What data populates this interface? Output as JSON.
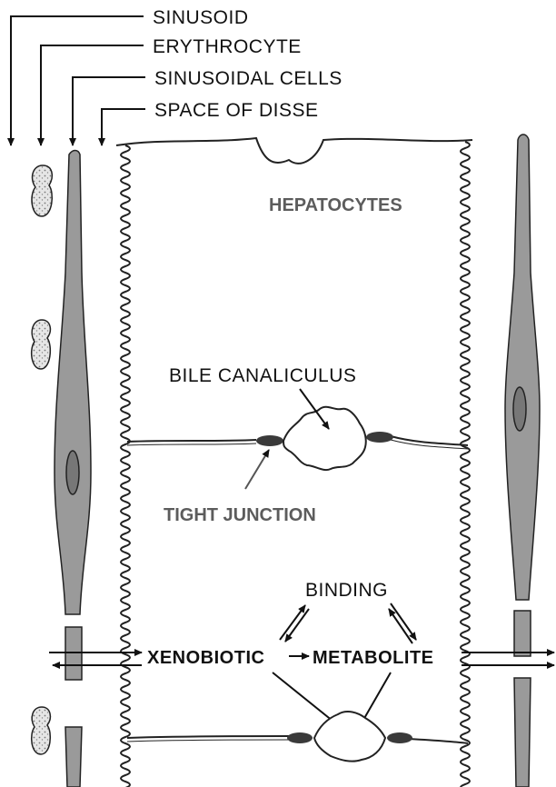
{
  "labels": {
    "sinusoid": "SINUSOID",
    "erythrocyte": "ERYTHROCYTE",
    "sinusoidal_cells": "SINUSOIDAL CELLS",
    "space_of_disse": "SPACE OF DISSE",
    "hepatocytes": "HEPATOCYTES",
    "bile_canaliculus": "BILE CANALICULUS",
    "tight_junction": "TIGHT JUNCTION",
    "binding": "BINDING",
    "xenobiotic": "XENOBIOTIC",
    "metabolite": "METABOLITE"
  },
  "colors": {
    "ink": "#111111",
    "cell_fill": "#9a9a9a",
    "stipple": "#d4d4d4",
    "gray_label": "#5c5c5c"
  }
}
